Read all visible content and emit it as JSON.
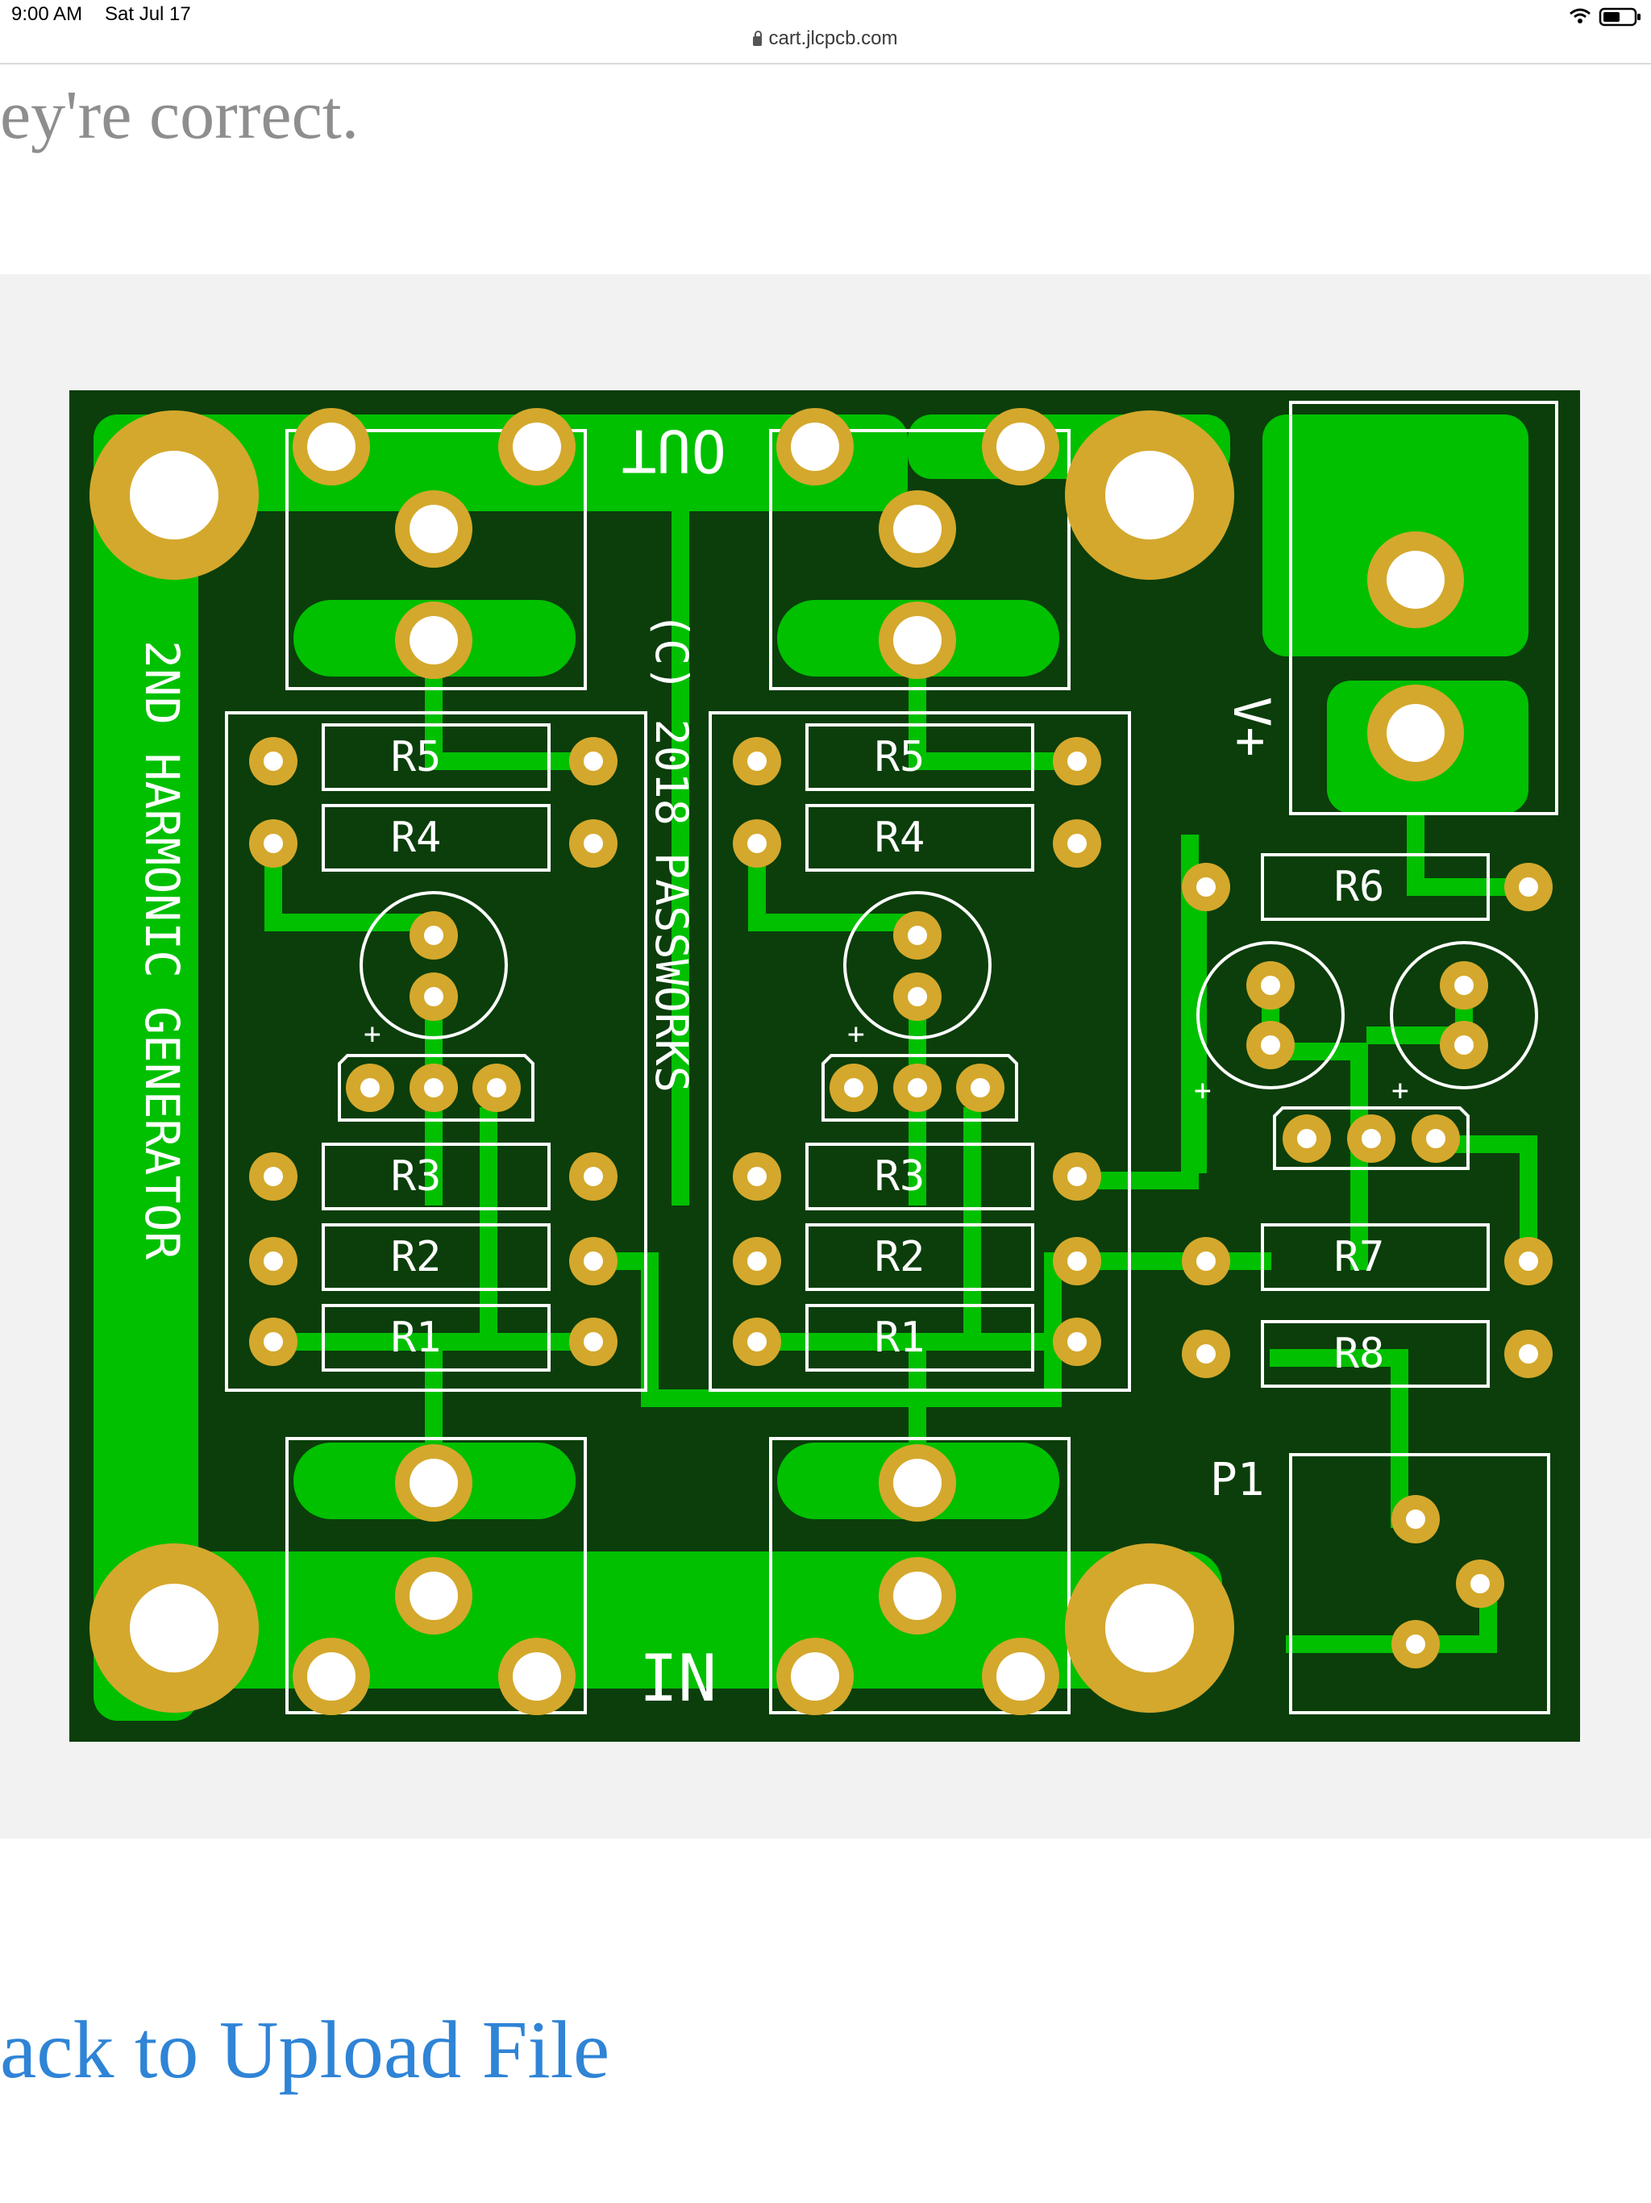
{
  "status_bar": {
    "time": "9:00 AM",
    "date": "Sat Jul 17"
  },
  "browser": {
    "url": "cart.jlcpcb.com"
  },
  "page": {
    "heading_fragment": "ey're correct.",
    "back_link_label": "ack to Upload File"
  },
  "colors": {
    "board_bg": "#0b3e0b",
    "copper": "#00c000",
    "pad": "#d4a82c",
    "hole": "#ffffff",
    "silk": "#ffffff",
    "link": "#2f84d6"
  },
  "pcb": {
    "labels": {
      "out": "OUT",
      "in": "IN",
      "title": "2ND HARMONIC GENERATOR",
      "copyright": "(C) 2018 PASSWORKS",
      "vplus": "V+",
      "p1": "P1",
      "plus": "+"
    },
    "resistors": {
      "r1": "R1",
      "r2": "R2",
      "r3": "R3",
      "r4": "R4",
      "r5": "R5",
      "r6": "R6",
      "r7": "R7",
      "r8": "R8"
    }
  }
}
